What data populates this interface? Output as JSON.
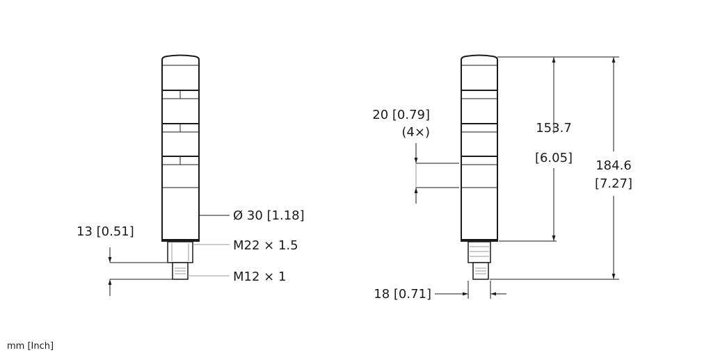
{
  "units_note": "mm [Inch]",
  "left_view": {
    "diameter": "Ø 30 [1.18]",
    "thread_large": "M22 × 1.5",
    "thread_small": "M12 × 1",
    "connector_length": "13 [0.51]"
  },
  "right_view": {
    "segment_height_line1": "20 [0.79]",
    "segment_height_line2": "(4×)",
    "body_height_line1": "153.7",
    "body_height_line2": "[6.05]",
    "total_height_line1": "184.6",
    "total_height_line2": "[7.27]",
    "connector_width": "18 [0.71]"
  }
}
